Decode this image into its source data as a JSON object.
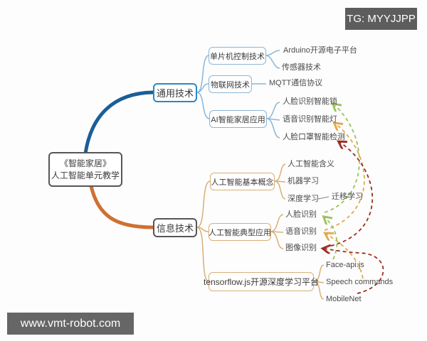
{
  "watermarks": {
    "top_right": "TG: MYYJJPP",
    "bottom_left": "www.vmt-robot.com"
  },
  "root": {
    "line1": "《智能家居》",
    "line2": "人工智能单元教学"
  },
  "branches": {
    "general_tech": "通用技术",
    "info_tech": "信息技术"
  },
  "general_children": {
    "mcu": "单片机控制技术",
    "iot": "物联网技术",
    "ai_home": "AI智能家居应用"
  },
  "info_children": {
    "ai_basic": "人工智能基本概念",
    "ai_typical": "人工智能典型应用",
    "tensorflow": "tensorflow.js开源深度学习平台"
  },
  "leaves": {
    "arduino": "Arduino开源电子平台",
    "sensor": "传感器技术",
    "mqtt": "MQTT通信协议",
    "smart_lock": "人脸识别智能锁",
    "smart_light": "语音识别智能灯",
    "mask_detect": "人脸口罩智能检测",
    "ai_meaning": "人工智能含义",
    "machine_learning": "机器学习",
    "deep_learning": "深度学习",
    "transfer_learning": "迁移学习",
    "face_recognition": "人脸识别",
    "voice_recognition": "语音识别",
    "image_recognition": "图像识别",
    "face_api": "Face-api.js",
    "speech_commands": "Speech commands",
    "mobilenet": "MobileNet"
  },
  "colors": {
    "branch_blue": "#1a5e97",
    "branch_orange": "#cf7032",
    "node_blue_border": "#2e86c1",
    "child_blue_border": "#8ab6d8",
    "child_orange_border": "#d9ae77",
    "dark_border": "#565656",
    "connector_gray": "#9a9a9a",
    "link_green": "#9cc25c",
    "link_orange": "#e2a94e",
    "link_red": "#9b2e23",
    "badge_bg": "#5d5d5d"
  }
}
